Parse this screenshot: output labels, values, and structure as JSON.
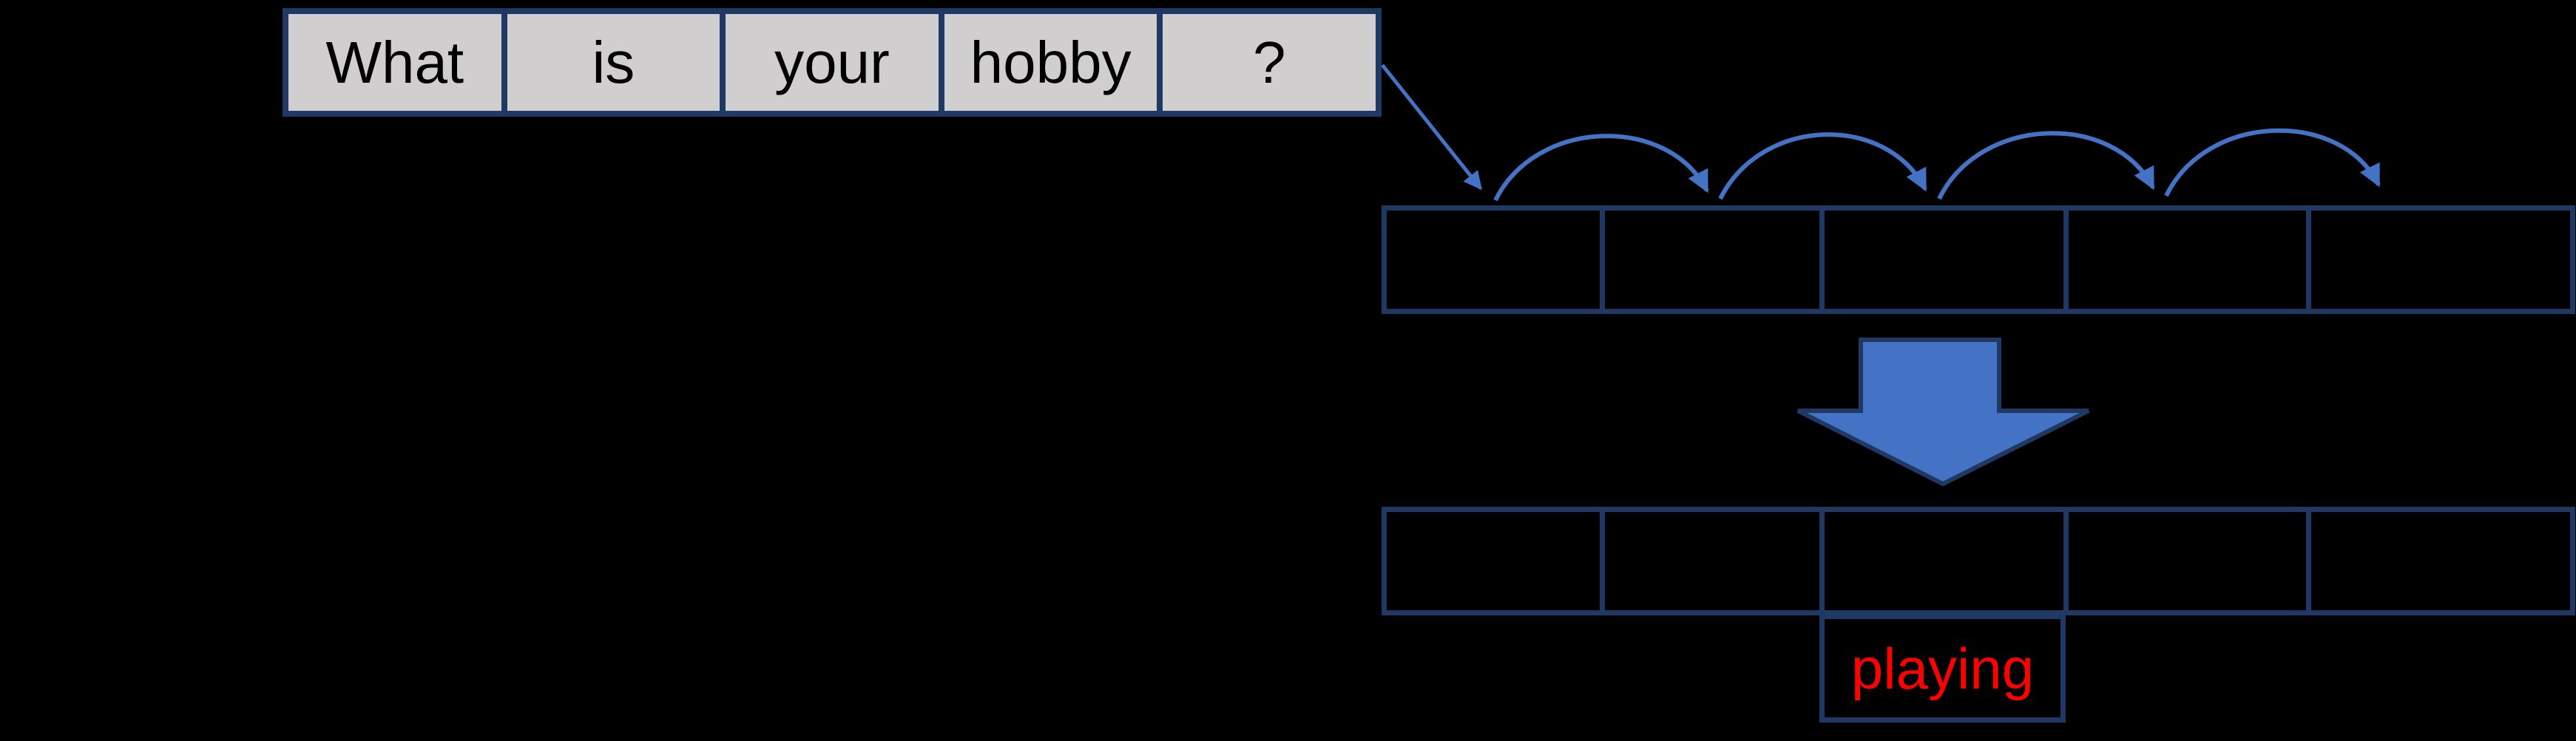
{
  "colors": {
    "background": "#000000",
    "accent_blue": "#4472C4",
    "border_navy": "#1F3864",
    "token_cell_gray": "#D0CECE",
    "token_text": "#000000",
    "prediction_red": "#FF0000"
  },
  "input_sentence": {
    "tokens": [
      "What",
      "is",
      "your",
      "hobby",
      "?"
    ]
  },
  "prediction": {
    "label": "playing"
  }
}
